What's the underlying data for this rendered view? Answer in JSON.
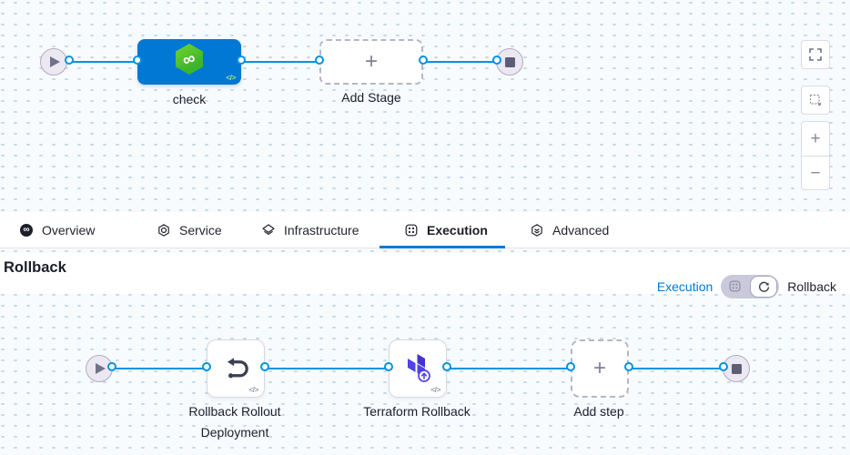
{
  "colors": {
    "accent_blue": "#0278d5",
    "edge_blue": "#0092e4",
    "stage_blue": "#0278d5",
    "harness_green": "#4cc22b",
    "terraform_purple": "#5142e8",
    "canvas_bg": "#f7fbfe",
    "canvas_dot": "#c7d8e5",
    "toggle_track": "#c9c9da"
  },
  "glyphs": {
    "plus": "+",
    "minus": "−",
    "infinity": "∞",
    "code": "</>"
  },
  "top_canvas": {
    "stage_label": "check",
    "add_stage_label": "Add Stage"
  },
  "tabs": {
    "active": "Execution",
    "items": [
      {
        "label": "Overview"
      },
      {
        "label": "Service"
      },
      {
        "label": "Infrastructure"
      },
      {
        "label": "Execution"
      },
      {
        "label": "Advanced"
      }
    ]
  },
  "rollback_section": {
    "title": "Rollback",
    "mode_switch": {
      "left_link": "Execution",
      "right_label": "Rollback"
    },
    "steps": [
      {
        "label": "Rollback Rollout Deployment"
      },
      {
        "label": "Terraform Rollback"
      }
    ],
    "add_step_label": "Add step"
  }
}
